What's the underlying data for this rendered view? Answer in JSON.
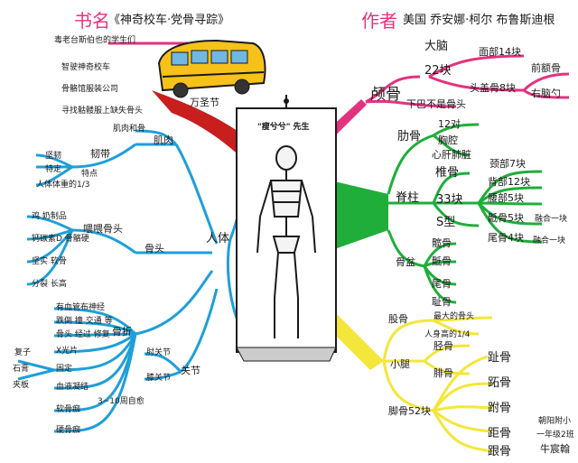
{
  "header": {
    "book_label": "书名",
    "book_title": "《神奇校车·党骨寻踪》",
    "author_label": "作者",
    "author_name": "美国  乔安娜·柯尔  布鲁斯迪根"
  },
  "publisher": {
    "lines": [
      "毒老台斯伯也的学生们",
      "智驶神奇校车",
      "骨骼馆服装公司",
      "寻找骷髅服上缺失骨头"
    ],
    "holiday": "万圣节"
  },
  "center": {
    "title": "\"瘦兮兮\" 先生",
    "hub": "人体"
  },
  "muscle": {
    "label": "肌肉",
    "tendon": "韧带",
    "tendon_top": "肌肉和骨",
    "features_label": "特点",
    "features": [
      "坚韧",
      "特定",
      "人体体重的1/3"
    ]
  },
  "bone": {
    "label": "骨头",
    "nutrition_label": "喂喂骨头",
    "nutrition": [
      "鸡 奶制品",
      "钙碳素D 骨骼硬",
      "坚实 软骨",
      "分裂 长高"
    ],
    "fracture_label": "骨折",
    "fracture": [
      "有血管布神经",
      "跌倒 撞 交通 等",
      "骨头 经过 修复",
      "X光片",
      "固定",
      "血液凝结",
      "软骨痂",
      "硬骨痂"
    ],
    "heal_label": "3~10周自愈",
    "treat_label": "复子",
    "treat": [
      "石膏",
      "夹板"
    ],
    "joint_label": "关节",
    "joints": [
      "肘关节",
      "膝关节"
    ]
  },
  "skull": {
    "label": "颅骨",
    "brain": "大脑",
    "count": "22块",
    "face": "面部14块",
    "head": "头盖骨8块",
    "forehead": "前额骨",
    "right_brain": "右脑勺",
    "jaw": "下巴不是骨头"
  },
  "ribs": {
    "label": "肋骨",
    "count": "12对",
    "chest": "胸腔",
    "organs": "心肝肺脏"
  },
  "spine": {
    "label": "脊柱",
    "vertebrae": "椎骨",
    "count": "33块",
    "shape": "S型",
    "neck": "颈部7块",
    "back": "背部12块",
    "waist": "腰部5块",
    "sacrum": "骶骨5块",
    "sacrum_merge": "融合一块",
    "tail": "尾骨4块",
    "tail_merge": "融合一块"
  },
  "pelvis": {
    "label": "骨盆",
    "parts": [
      "髋骨",
      "骶骨",
      "尾骨",
      "耻骨"
    ]
  },
  "leg": {
    "femur_label": "股骨",
    "femur_note": "最大的骨头",
    "femur_ratio": "人身高的1/4",
    "shin_label": "小腿",
    "shin_bones": [
      "胫骨",
      "腓骨"
    ],
    "foot_label": "脚骨52块",
    "foot_bones": [
      "趾骨",
      "跖骨",
      "跗骨",
      "距骨",
      "跟骨"
    ]
  },
  "student": {
    "lines": [
      "朝阳附小",
      "一年级2班",
      "牛宸翰"
    ]
  },
  "colors": {
    "pink": "#e2337f",
    "red": "#c81e1e",
    "blue": "#1e9fd8",
    "green": "#1fae3a",
    "yellow": "#f4e63a",
    "bus": "#f6c21a"
  }
}
